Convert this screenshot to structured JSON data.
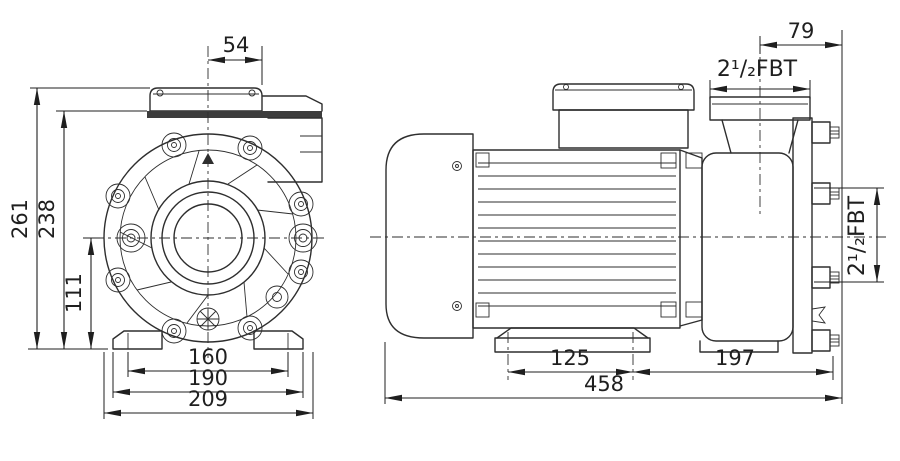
{
  "page": {
    "title": "pump-two-view-dimension-drawing",
    "background": "#ffffff",
    "colors": {
      "line": "#2e2e2e",
      "text": "#1f1f1f"
    }
  },
  "views": {
    "left": "front-view-of-pump",
    "right": "side-view-of-pump"
  },
  "dimensions": {
    "front_terminal_box_width": "54",
    "front_overall_height": "261",
    "front_motor_top_height": "238",
    "front_centerline_height": "111",
    "front_mount_hole_spacing": "160",
    "front_foot_width": "190",
    "front_overall_width": "209",
    "side_discharge_offset": "79",
    "side_discharge_port_thread": "2¹/₂FBT",
    "side_suction_port_thread": "2¹/₂FBT",
    "side_foot_bolt_spacing": "125",
    "side_pump_length": "197",
    "side_overall_length": "458"
  }
}
